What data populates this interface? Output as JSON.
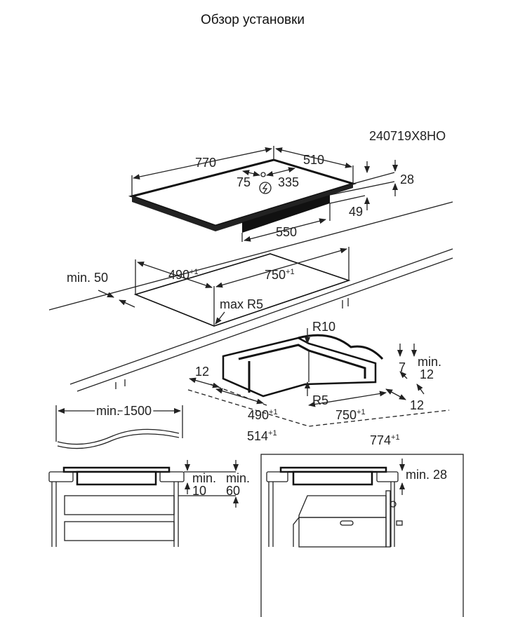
{
  "page_title": "Обзор установки",
  "model_code": "240719X8HO",
  "hob": {
    "width": "770",
    "depth": "510",
    "conn_offset_a": "75",
    "conn_offset_b": "335",
    "total_height": "28",
    "body_height": "49",
    "body_width": "550"
  },
  "cutout": {
    "side_min": "min. 50",
    "depth": "490",
    "width": "750",
    "tol": "+1",
    "radius": "max R5"
  },
  "recess": {
    "r_top": "R10",
    "r_bottom": "R5",
    "min_label": "min.",
    "min_val": "12",
    "depth_7": "7",
    "edge_left": "12",
    "edge_right": "12",
    "inner_depth": "490",
    "inner_width": "750",
    "outer_depth": "514",
    "outer_width": "774",
    "tol": "+1"
  },
  "cable": {
    "length": "min. 1500"
  },
  "section_drawers": {
    "min_a_label": "min.",
    "min_a_val": "10",
    "min_b_label": "min.",
    "min_b_val": "60"
  },
  "section_oven": {
    "min_label": "min. 28"
  }
}
